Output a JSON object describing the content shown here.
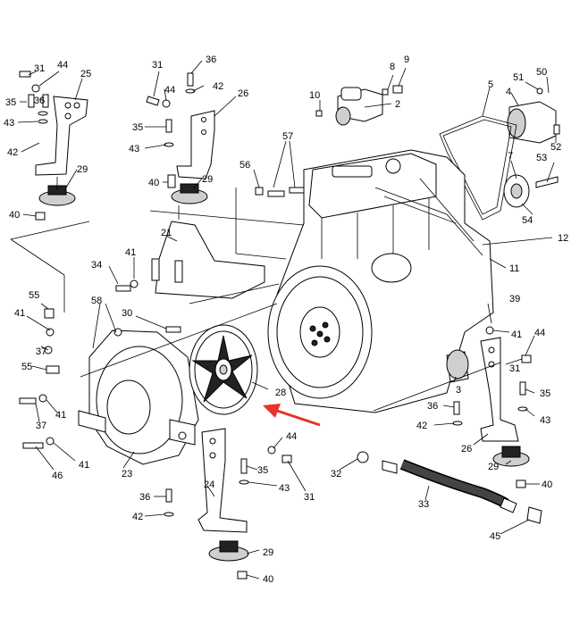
{
  "callouts": [
    {
      "id": "c31a",
      "text": "31"
    },
    {
      "id": "c44a",
      "text": "44"
    },
    {
      "id": "c25",
      "text": "25"
    },
    {
      "id": "c35a",
      "text": "35"
    },
    {
      "id": "c36a",
      "text": "36"
    },
    {
      "id": "c43a",
      "text": "43"
    },
    {
      "id": "c42a",
      "text": "42"
    },
    {
      "id": "c29a",
      "text": "29"
    },
    {
      "id": "c40a",
      "text": "40"
    },
    {
      "id": "c31b",
      "text": "31"
    },
    {
      "id": "c36b",
      "text": "36"
    },
    {
      "id": "c44b",
      "text": "44"
    },
    {
      "id": "c42b",
      "text": "42"
    },
    {
      "id": "c26a",
      "text": "26"
    },
    {
      "id": "c35b",
      "text": "35"
    },
    {
      "id": "c43b",
      "text": "43"
    },
    {
      "id": "c40b",
      "text": "40"
    },
    {
      "id": "c29b",
      "text": "29"
    },
    {
      "id": "c8",
      "text": "8"
    },
    {
      "id": "c9",
      "text": "9"
    },
    {
      "id": "c10",
      "text": "10"
    },
    {
      "id": "c2",
      "text": "2"
    },
    {
      "id": "c5",
      "text": "5"
    },
    {
      "id": "c51",
      "text": "51"
    },
    {
      "id": "c50",
      "text": "50"
    },
    {
      "id": "c4",
      "text": "4"
    },
    {
      "id": "c52",
      "text": "52"
    },
    {
      "id": "c57",
      "text": "57"
    },
    {
      "id": "c56",
      "text": "56"
    },
    {
      "id": "c7",
      "text": "7"
    },
    {
      "id": "c53",
      "text": "53"
    },
    {
      "id": "c54",
      "text": "54"
    },
    {
      "id": "c21",
      "text": "21"
    },
    {
      "id": "c12",
      "text": "12"
    },
    {
      "id": "c41a",
      "text": "41"
    },
    {
      "id": "c34",
      "text": "34"
    },
    {
      "id": "c11",
      "text": "11"
    },
    {
      "id": "c55a",
      "text": "55"
    },
    {
      "id": "c58",
      "text": "58"
    },
    {
      "id": "c30",
      "text": "30"
    },
    {
      "id": "c39",
      "text": "39"
    },
    {
      "id": "c41b",
      "text": "41"
    },
    {
      "id": "c37a",
      "text": "37"
    },
    {
      "id": "c41c",
      "text": "41"
    },
    {
      "id": "c44c",
      "text": "44"
    },
    {
      "id": "c55b",
      "text": "55"
    },
    {
      "id": "c31c",
      "text": "31"
    },
    {
      "id": "c28",
      "text": "28"
    },
    {
      "id": "c3",
      "text": "3"
    },
    {
      "id": "c35c",
      "text": "35"
    },
    {
      "id": "c37b",
      "text": "37"
    },
    {
      "id": "c41d",
      "text": "41"
    },
    {
      "id": "c36c",
      "text": "36"
    },
    {
      "id": "c43c",
      "text": "43"
    },
    {
      "id": "c42c",
      "text": "42"
    },
    {
      "id": "c26b",
      "text": "26"
    },
    {
      "id": "c44d",
      "text": "44"
    },
    {
      "id": "c41e",
      "text": "41"
    },
    {
      "id": "c46",
      "text": "46"
    },
    {
      "id": "c23",
      "text": "23"
    },
    {
      "id": "c35d",
      "text": "35"
    },
    {
      "id": "c29c",
      "text": "29"
    },
    {
      "id": "c32",
      "text": "32"
    },
    {
      "id": "c31d",
      "text": "31"
    },
    {
      "id": "c43d",
      "text": "43"
    },
    {
      "id": "c24",
      "text": "24"
    },
    {
      "id": "c40c",
      "text": "40"
    },
    {
      "id": "c36d",
      "text": "36"
    },
    {
      "id": "c33",
      "text": "33"
    },
    {
      "id": "c42d",
      "text": "42"
    },
    {
      "id": "c29d",
      "text": "29"
    },
    {
      "id": "c45",
      "text": "45"
    },
    {
      "id": "c40d",
      "text": "40"
    }
  ],
  "colors": {
    "arrow": "#e8322b",
    "ink": "#000000",
    "paper": "#ffffff"
  }
}
